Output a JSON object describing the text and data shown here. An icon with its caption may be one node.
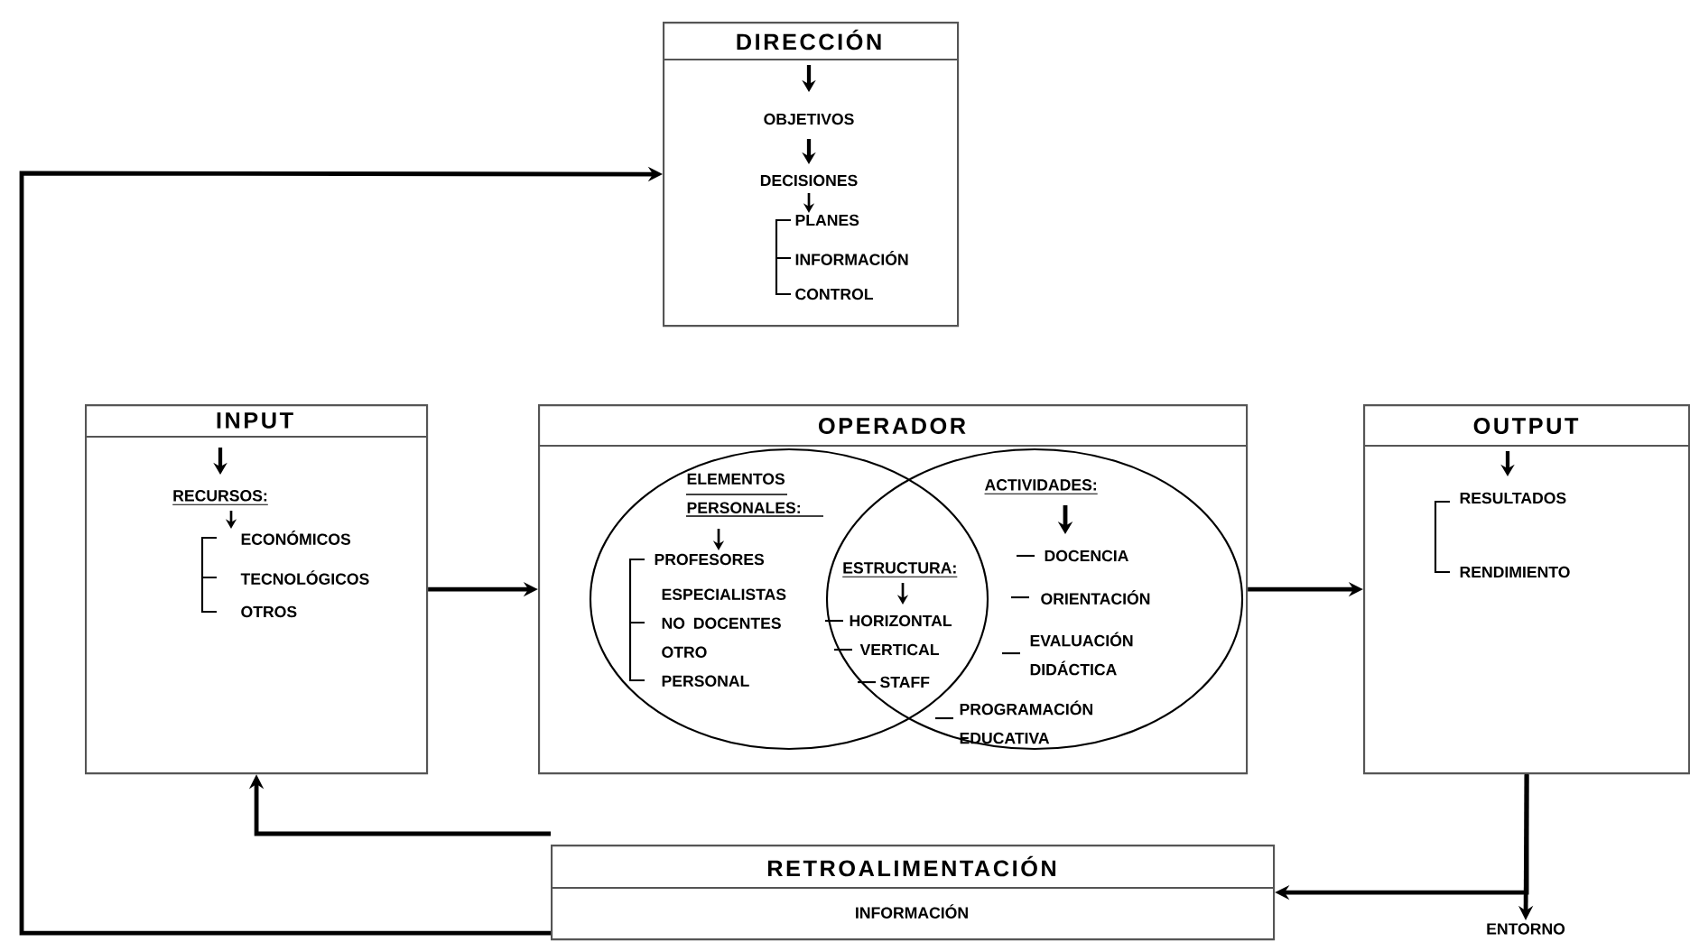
{
  "diagram": {
    "nodes": [
      {
        "text": [
          "DIRECCIÓN",
          "OBJETIVOS",
          "DECISIONES",
          "PLANES",
          "INFORMACIÓN",
          "CONTROL"
        ]
      },
      {
        "text": [
          "INPUT",
          "RECURSOS:",
          "ECONÓMICOS",
          "TECNOLÓGICOS",
          "OTROS"
        ]
      },
      {
        "text": [
          "OPERADOR"
        ]
      },
      {
        "text": [
          "ELEMENTOS PERSONALES:",
          "PROFESORES",
          "ESPECIALISTAS NO DOCENTES",
          "OTRO PERSONAL"
        ],
        "in": 2
      },
      {
        "text": [
          "ACTIVIDADES:",
          "DOCENCIA",
          "ORIENTACIÓN",
          "EVALUACIÓN DIDÁCTICA",
          "PROGRAMACIÓN EDUCATIVA"
        ],
        "in": 2
      },
      {
        "text": [
          "ESTRUCTURA:",
          "HORIZONTAL",
          "VERTICAL",
          "STAFF"
        ]
      },
      {
        "text": [
          "OUTPUT",
          "RESULTADOS",
          "RENDIMIENTO"
        ]
      },
      {
        "text": [
          "RETROALIMENTACIÓN",
          "INFORMACIÓN"
        ]
      },
      {
        "text": [
          "ENTORNO"
        ]
      }
    ],
    "edges": [
      {
        "from": 1,
        "to": 2,
        "arrow": "to"
      },
      {
        "from": 2,
        "to": 6,
        "arrow": "to"
      },
      {
        "from": 6,
        "to": 8,
        "arrow": "to"
      },
      {
        "from": 6,
        "to": 7,
        "arrow": "to"
      },
      {
        "from": 7,
        "to": 1,
        "arrow": "to"
      },
      {
        "from": 7,
        "to": 0,
        "arrow": "to"
      }
    ]
  }
}
